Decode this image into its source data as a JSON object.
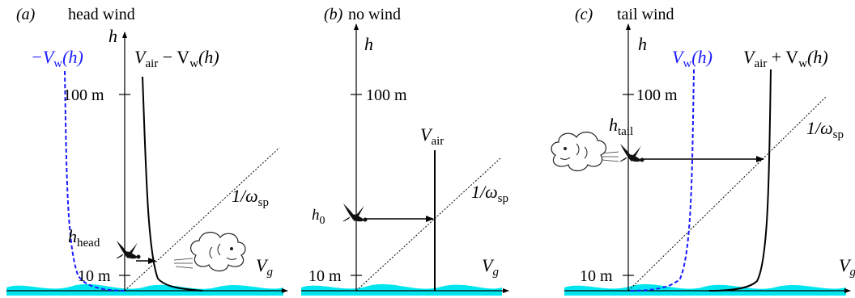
{
  "panels": {
    "a": {
      "tag": "(a)",
      "title": "head wind",
      "h_axis": "h",
      "vg_axis_main": "V",
      "vg_axis_sub": "g",
      "tick_100": "100 m",
      "tick_10": "10 m",
      "curve_black_main": "V",
      "curve_black_sub": "air",
      "curve_black_mid": " − V",
      "curve_black_sub2": "w",
      "curve_black_tail": "(h)",
      "curve_blue_main": "−V",
      "curve_blue_sub": "w",
      "curve_blue_tail": "(h)",
      "slope_main": "1/ω",
      "slope_sub": "sp",
      "height_main": "h",
      "height_sub": "head"
    },
    "b": {
      "tag": "(b)",
      "title": "no wind",
      "h_axis": "h",
      "vg_axis_main": "V",
      "vg_axis_sub": "g",
      "tick_100": "100 m",
      "tick_10": "10 m",
      "curve_black_main": "V",
      "curve_black_sub": "air",
      "slope_main": "1/ω",
      "slope_sub": "sp",
      "height_main": "h",
      "height_sub": "0"
    },
    "c": {
      "tag": "(c)",
      "title": "tail wind",
      "h_axis": "h",
      "vg_axis_main": "V",
      "vg_axis_sub": "g",
      "tick_100": "100 m",
      "tick_10": "10 m",
      "curve_black_main": "V",
      "curve_black_sub": "air",
      "curve_black_mid": " + V",
      "curve_black_sub2": "w",
      "curve_black_tail": "(h)",
      "curve_blue_main": "V",
      "curve_blue_sub": "w",
      "curve_blue_tail": "(h)",
      "slope_main": "1/ω",
      "slope_sub": "sp",
      "height_main": "h",
      "height_sub": "tail"
    }
  },
  "colors": {
    "water": "#00e5ee",
    "wind_curve": "#1a1aff",
    "ink": "#000000"
  },
  "icons": [
    "bird-icon",
    "wind-cloud-icon"
  ]
}
